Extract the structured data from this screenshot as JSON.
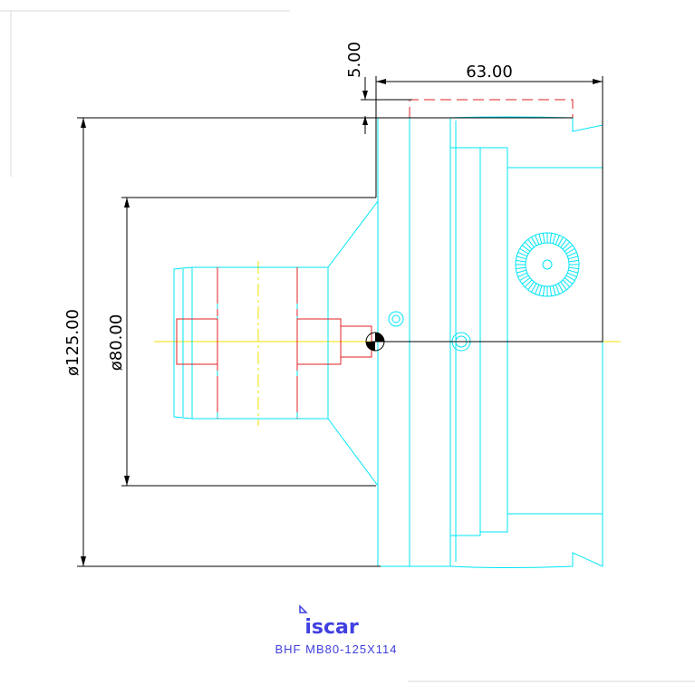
{
  "colors": {
    "outline": "#000000",
    "part": "#00e5f5",
    "hidden": "#e02020",
    "centerline": "#f0e000",
    "brand": "#4040e0",
    "frame": "#d8d8d8"
  },
  "dimensions": {
    "width_63": "63.00",
    "offset_5": "5.00",
    "dia_125": "ø125.00",
    "dia_80": "ø80.00"
  },
  "logo": {
    "text": "iscar"
  },
  "caption": {
    "text": "BHF MB80-125X114"
  }
}
